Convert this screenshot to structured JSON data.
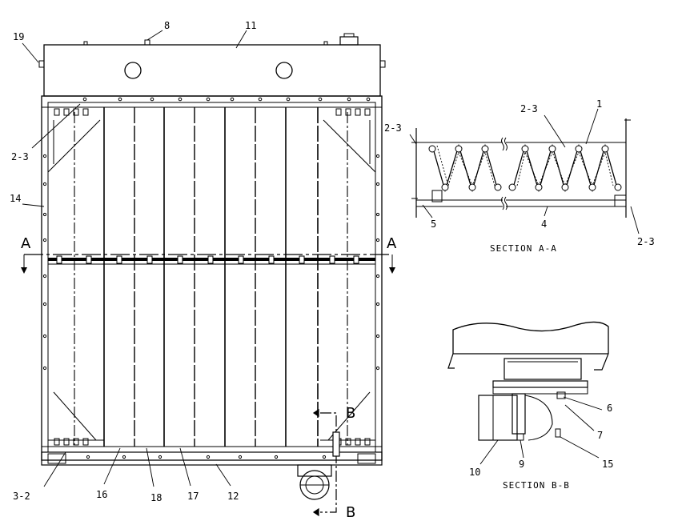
{
  "callouts": {
    "c19": "19",
    "c8": "8",
    "c11": "11",
    "c2_3_left": "2-3",
    "c14": "14",
    "c3_2": "3-2",
    "c16": "16",
    "c18": "18",
    "c17": "17",
    "c12": "12",
    "sa_2_3_top": "2-3",
    "sa_1": "1",
    "sa_2_3_left": "2-3",
    "sa_5": "5",
    "sa_4": "4",
    "sa_2_3_right": "2-3",
    "sb_6": "6",
    "sb_7": "7",
    "sb_10": "10",
    "sb_9": "9",
    "sb_15": "15"
  },
  "section_markers": {
    "a_left": "A",
    "a_right": "A",
    "b_top": "B",
    "b_bottom": "B"
  },
  "captions": {
    "section_a": "SECTION A-A",
    "section_b": "SECTION B-B"
  }
}
